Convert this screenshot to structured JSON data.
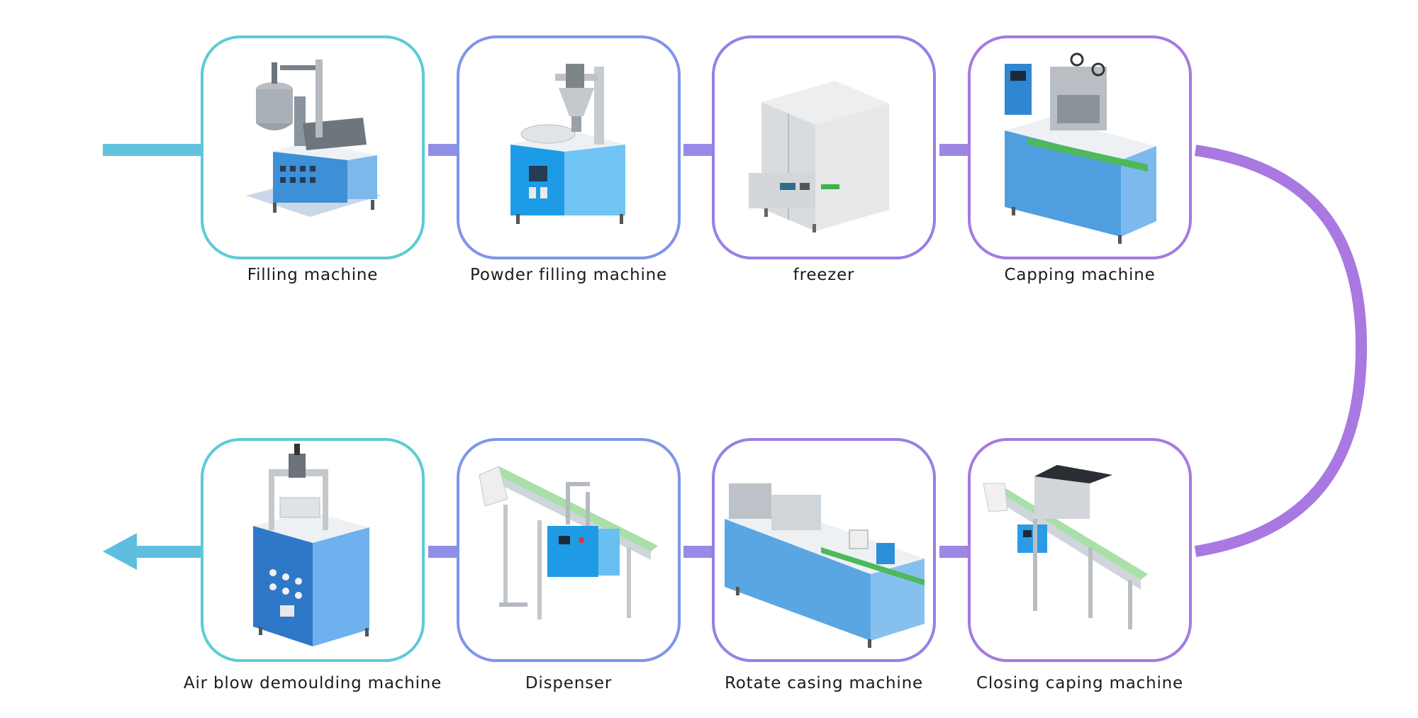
{
  "colors": {
    "teal": "#5ccbd6",
    "blue": "#7f95e9",
    "violet": "#9a7ee6",
    "purple": "#a57adf",
    "arrow_in": "#63c2de",
    "arrow_out": "#5fbde0",
    "connector": "#8f8fe6",
    "loop": "#a978e0"
  },
  "steps": [
    {
      "id": "filling",
      "label": "Filling machine",
      "icon": "filling-machine-icon",
      "border": "#5ccbd6"
    },
    {
      "id": "powder",
      "label": "Powder filling machine",
      "icon": "powder-filling-machine-icon",
      "border": "#7f95e9"
    },
    {
      "id": "freezer",
      "label": "freezer",
      "icon": "freezer-icon",
      "border": "#9a7ee6"
    },
    {
      "id": "capping",
      "label": "Capping machine",
      "icon": "capping-machine-icon",
      "border": "#a57adf"
    },
    {
      "id": "closing",
      "label": "Closing caping machine",
      "icon": "closing-caping-machine-icon",
      "border": "#a57adf"
    },
    {
      "id": "rotate",
      "label": "Rotate casing machine",
      "icon": "rotate-casing-machine-icon",
      "border": "#9a7ee6"
    },
    {
      "id": "dispenser",
      "label": "Dispenser",
      "icon": "dispenser-icon",
      "border": "#7f95e9"
    },
    {
      "id": "airblow",
      "label": "Air blow demoulding machine",
      "icon": "air-blow-demoulding-machine-icon",
      "border": "#5ccbd6"
    }
  ]
}
